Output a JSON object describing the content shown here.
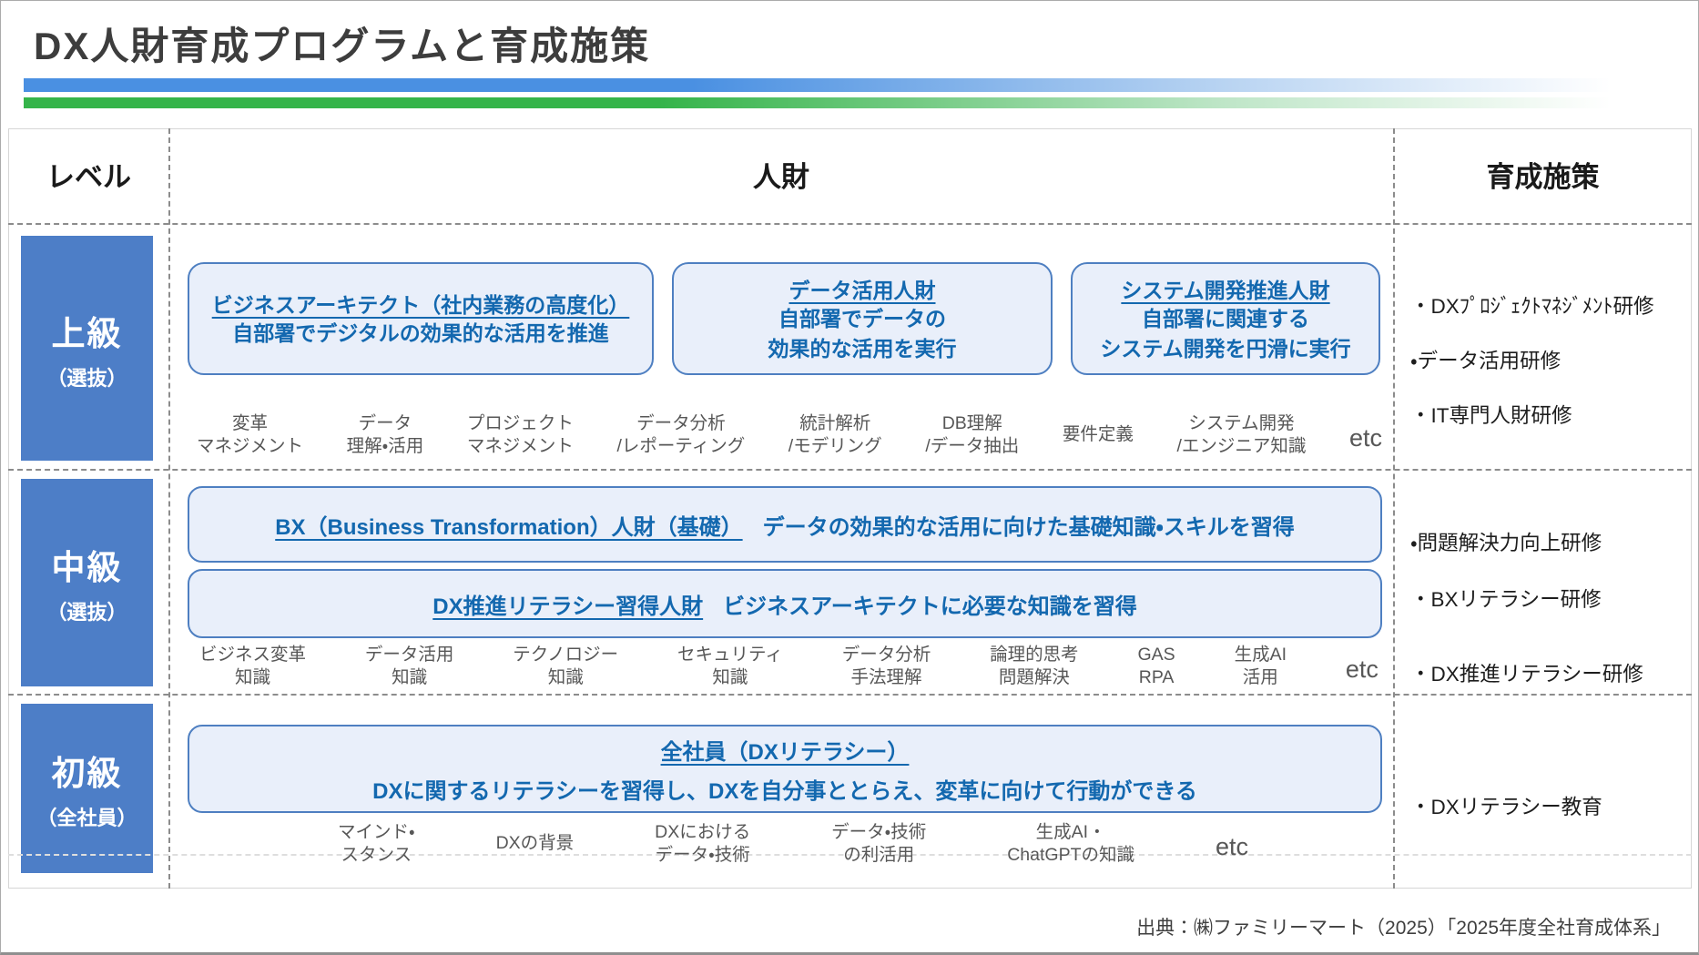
{
  "title": "DX人財育成プログラムと育成施策",
  "colors": {
    "level_box_blue": "#4d7ec7",
    "card_background": "#e9effa",
    "card_border": "#4e7fc1",
    "card_text_blue": "#1368af",
    "accent_bar_blue": "#4a90e2",
    "accent_bar_green": "#35b44a",
    "skill_text_gray": "#575757"
  },
  "table": {
    "headers": {
      "level": "レベル",
      "jinzai": "人財",
      "measures": "育成施策"
    },
    "rows": [
      {
        "level_main": "上級",
        "level_sub": "（選抜）",
        "cards": [
          {
            "title": "ビジネスアーキテクト（社内業務の高度化）",
            "lines": [
              "自部署でデジタルの効果的な活用を推進"
            ]
          },
          {
            "title": "データ活用人財",
            "lines": [
              "自部署でデータの",
              "効果的な活用を実行"
            ]
          },
          {
            "title": "システム開発推進人財",
            "lines": [
              "自部署に関連する",
              "システム開発を円滑に実行"
            ]
          }
        ],
        "skills": [
          {
            "l1": "変革",
            "l2": "マネジメント"
          },
          {
            "l1": "データ",
            "l2": "理解・活用"
          },
          {
            "l1": "プロジェクト",
            "l2": "マネジメント"
          },
          {
            "l1": "データ分析",
            "l2": "/レポーティング"
          },
          {
            "l1": "統計解析",
            "l2": "/モデリング"
          },
          {
            "l1": "DB理解",
            "l2": "/データ抽出"
          },
          {
            "l1": "要件定義",
            "l2": ""
          },
          {
            "l1": "システム開発",
            "l2": "/エンジニア知識"
          }
        ],
        "etc": "etc",
        "measures": [
          "・DXﾌﾟﾛｼﾞｪｸﾄﾏﾈｼﾞﾒﾝﾄ研修",
          "・データ活用研修",
          "・IT専門人財研修"
        ]
      },
      {
        "level_main": "中級",
        "level_sub": "（選抜）",
        "wide_cards": [
          {
            "title": "BX（Business Transformation）人財（基礎）",
            "desc": "データの効果的な活用に向けた基礎知識・スキルを習得"
          },
          {
            "title": "DX推進リテラシー習得人財",
            "desc": "ビジネスアーキテクトに必要な知識を習得"
          }
        ],
        "skills": [
          {
            "l1": "ビジネス変革",
            "l2": "知識"
          },
          {
            "l1": "データ活用",
            "l2": "知識"
          },
          {
            "l1": "テクノロジー",
            "l2": "知識"
          },
          {
            "l1": "セキュリティ",
            "l2": "知識"
          },
          {
            "l1": "データ分析",
            "l2": "手法理解"
          },
          {
            "l1": "論理的思考",
            "l2": "問題解決"
          },
          {
            "l1": "GAS",
            "l2": "RPA"
          },
          {
            "l1": "生成AI",
            "l2": "活用"
          }
        ],
        "etc": "etc",
        "measures": [
          "・問題解決力向上研修",
          "・BXリテラシー研修",
          "・DX推進リテラシー研修"
        ]
      },
      {
        "level_main": "初級",
        "level_sub": "（全社員）",
        "card": {
          "title": "全社員（DXリテラシー）",
          "desc": "DXに関するリテラシーを習得し、DXを自分事ととらえ、変革に向けて行動ができる"
        },
        "skills": [
          {
            "l1": "マインド・",
            "l2": "スタンス"
          },
          {
            "l1": "DXの背景",
            "l2": ""
          },
          {
            "l1": "DXにおける",
            "l2": "データ・技術"
          },
          {
            "l1": "データ・技術",
            "l2": "の利活用"
          },
          {
            "l1": "生成AI・",
            "l2": "ChatGPTの知識"
          }
        ],
        "etc": "etc",
        "measures": [
          "・DXリテラシー教育"
        ]
      }
    ]
  },
  "source": "出典：㈱ファミリーマート（2025）「2025年度全社育成体系」"
}
